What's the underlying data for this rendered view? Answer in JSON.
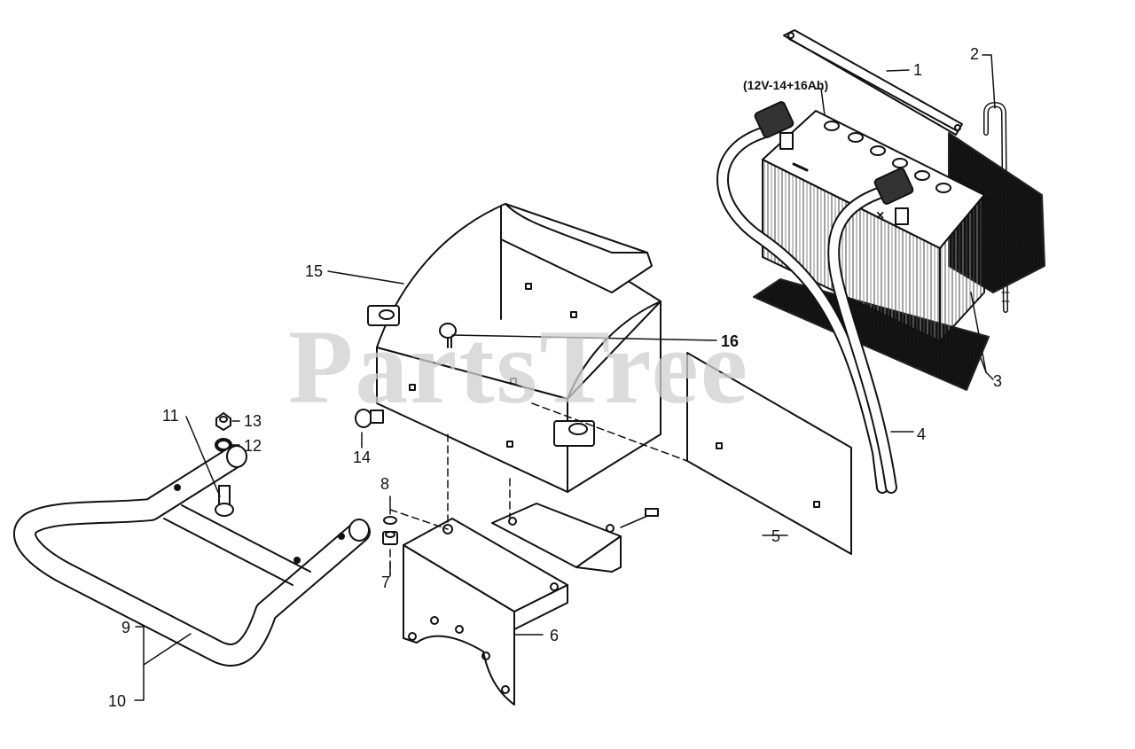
{
  "watermark": "PartsTree",
  "battery_spec": "(12V-14+16Ah)",
  "callouts": [
    "1",
    "2",
    "3",
    "4",
    "5",
    "6",
    "7",
    "8",
    "9",
    "10",
    "11",
    "12",
    "13",
    "14",
    "15",
    "16"
  ],
  "colors": {
    "ink": "#111111",
    "watermark": "#cfcfcf",
    "pad": "#555555"
  }
}
